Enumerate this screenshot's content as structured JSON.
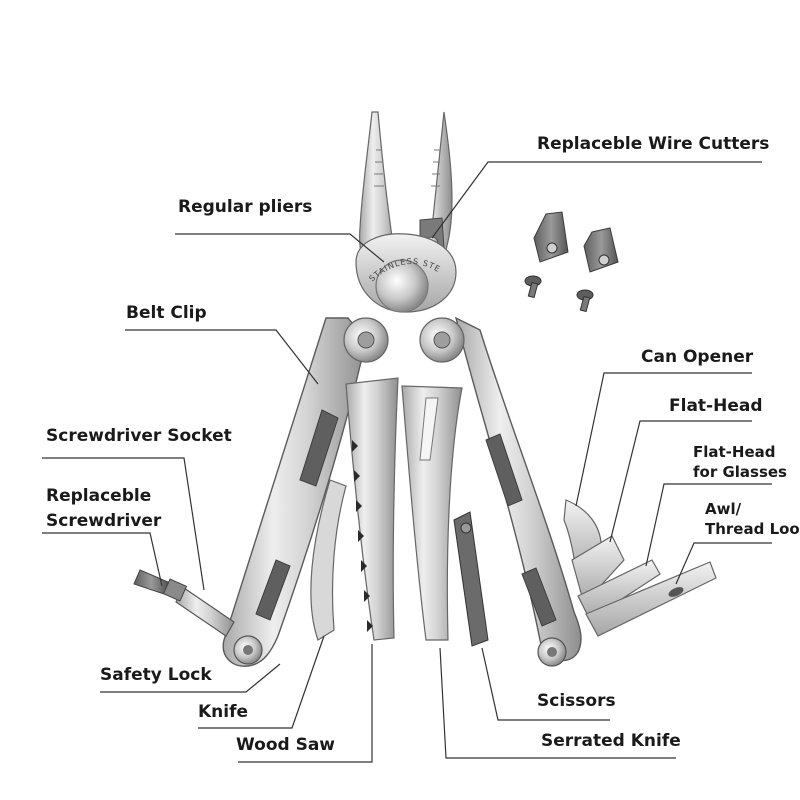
{
  "labels": {
    "wire_cutters": "Replaceble Wire Cutters",
    "regular_pliers": "Regular pliers",
    "belt_clip": "Belt Clip",
    "screwdriver_socket": "Screwdriver Socket",
    "replaceable_screwdriver": "Replaceble\nScrewdriver",
    "safety_lock": "Safety Lock",
    "knife": "Knife",
    "wood_saw": "Wood Saw",
    "can_opener": "Can Opener",
    "flat_head": "Flat-Head",
    "flat_head_glasses": "Flat-Head\nfor Glasses",
    "awl": "Awl/\nThread Loop",
    "scissors": "Scissors",
    "serrated_knife": "Serrated Knife"
  },
  "engraving": "STAINLESS STEEL",
  "colors": {
    "steel_light": "#e4e4e4",
    "steel_mid": "#b9b9b9",
    "steel_dark": "#6f6f6f",
    "leader_line": "#333333",
    "text": "#1a1a1a"
  }
}
